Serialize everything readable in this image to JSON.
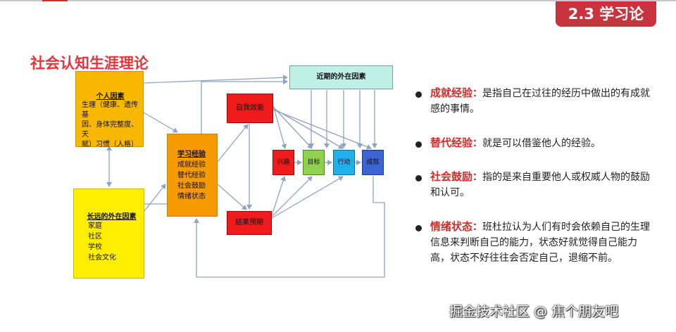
{
  "section_tag": "2.3 学习论",
  "diagram": {
    "title": "社会认知生涯理论",
    "personal_factors": {
      "title": "个人因素",
      "lines": [
        "生理（健康、遗传基",
        "因、身体完整度、天",
        "赋）习惯（人格）"
      ]
    },
    "distant_factors": {
      "title": "长远的外在因素",
      "items": [
        "家庭",
        "社区",
        "学校",
        "社会文化"
      ]
    },
    "learning_experience": {
      "title": "学习经验",
      "items": [
        "成就经验",
        "替代经验",
        "社会鼓励",
        "情绪状态"
      ]
    },
    "near_factors": "近期的外在因素",
    "self_efficacy": "自我效能",
    "outcome_expectation": "结果预期",
    "interest": "兴趣",
    "goal": "目标",
    "action": "行动",
    "achievement": "成就"
  },
  "notes": [
    {
      "term": "成就经验",
      "colon": "：",
      "text": "是指自己在过往的经历中做出的有成就感的事情。"
    },
    {
      "term": "替代经验",
      "colon": "：",
      "text": "就是可以借鉴他人的经验。"
    },
    {
      "term": "社会鼓励",
      "colon": "：",
      "text": "指的是来自重要他人或权威人物的鼓励和认可。"
    },
    {
      "term": "情绪状态",
      "colon": "：",
      "text": "班杜拉认为人们有时会依赖自己的生理信息来判断自己的能力，状态好就觉得自己能力高，状态不好往往会否定自己，退缩不前。"
    }
  ],
  "watermark": "掘金技术社区 @ 焦个朋友吧",
  "colors": {
    "accent_red": "#d42a2a",
    "tag_bg": "#c8333d",
    "arrow": "#8fa3c6"
  }
}
